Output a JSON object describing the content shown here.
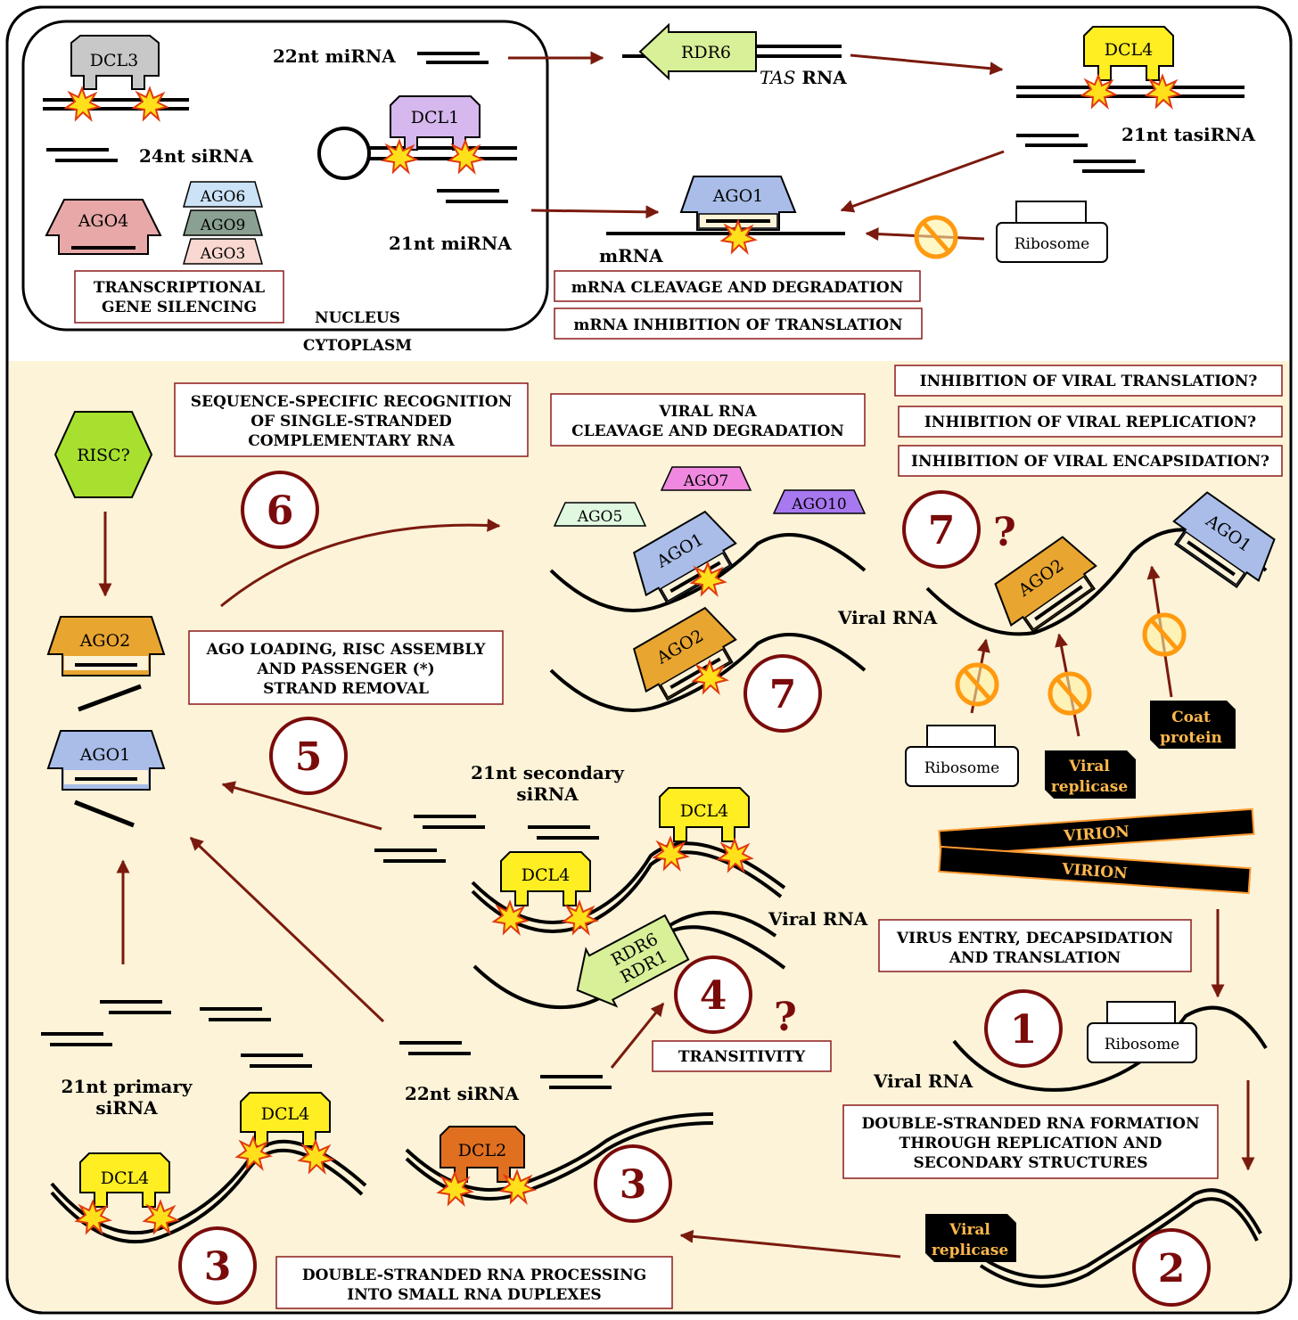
{
  "labels": {
    "nucleus": "NUCLEUS",
    "cytoplasm": "CYTOPLASM",
    "mirna22": "22nt miRNA",
    "mirna21": "21nt miRNA",
    "sirna24": "24nt siRNA",
    "tas_italic": "TAS",
    "tas_rest": " RNA",
    "tasirna21": "21nt tasiRNA",
    "mrna": "mRNA",
    "viral_rna": "Viral RNA",
    "secondary_line1": "21nt secondary",
    "secondary_line2": "siRNA",
    "primary_line1": "21nt primary",
    "primary_line2": "siRNA",
    "sirna22": "22nt siRNA"
  },
  "enzymes": {
    "dcl1": "DCL1",
    "dcl2": "DCL2",
    "dcl3": "DCL3",
    "dcl4": "DCL4",
    "ago1": "AGO1",
    "ago2": "AGO2",
    "ago3": "AGO3",
    "ago4": "AGO4",
    "ago5": "AGO5",
    "ago6": "AGO6",
    "ago7": "AGO7",
    "ago9": "AGO9",
    "ago10": "AGO10",
    "rdr6": "RDR6",
    "rdr1": "RDR1",
    "risc": "RISC?",
    "ribosome": "Ribosome",
    "viral_replicase_1": "Viral",
    "viral_replicase_2": "replicase",
    "coat_1": "Coat",
    "coat_2": "protein",
    "virion": "VIRION"
  },
  "boxes": {
    "tgs_1": "TRANSCRIPTIONAL",
    "tgs_2": "GENE SILENCING",
    "mrna_cleavage": "mRNA CLEAVAGE AND DEGRADATION",
    "mrna_inhibition": "mRNA INHIBITION OF TRANSLATION",
    "seq_1": "SEQUENCE-SPECIFIC RECOGNITION",
    "seq_2": "OF SINGLE-STRANDED",
    "seq_3": "COMPLEMENTARY RNA",
    "viral_cleave_1": "VIRAL RNA",
    "viral_cleave_2": "CLEAVAGE AND DEGRADATION",
    "inh_translation": "INHIBITION OF VIRAL TRANSLATION?",
    "inh_replication": "INHIBITION OF VIRAL REPLICATION?",
    "inh_encapsidation": "INHIBITION OF VIRAL ENCAPSIDATION?",
    "loading_1": "AGO LOADING, RISC ASSEMBLY",
    "loading_2": "AND PASSENGER (*)",
    "loading_3": "STRAND REMOVAL",
    "entry_1": "VIRUS ENTRY, DECAPSIDATION",
    "entry_2": "AND TRANSLATION",
    "transitivity": "TRANSITIVITY",
    "dsform_1": "DOUBLE-STRANDED RNA FORMATION",
    "dsform_2": "THROUGH REPLICATION AND",
    "dsform_3": "SECONDARY STRUCTURES",
    "processing_1": "DOUBLE-STRANDED RNA PROCESSING",
    "processing_2": "INTO SMALL RNA DUPLEXES"
  },
  "steps": {
    "s1": "1",
    "s2": "2",
    "s3": "3",
    "s4": "4",
    "s5": "5",
    "s6": "6",
    "s7": "7",
    "question": "?"
  },
  "colors": {
    "cytoplasm_bg": "#fcf3d8",
    "arrow": "#7a1a0e",
    "step_circle": "#7a0b0b",
    "dcl4": "#ffee22",
    "dcl2": "#e07020",
    "dcl1": "#d6b8ee",
    "dcl3": "#c8c8c8",
    "ago1": "#a9bde8",
    "ago2": "#e8a530",
    "ago4": "#e8a8a8",
    "ago5": "#e0f8e0",
    "ago6": "#cce2f6",
    "ago7": "#f088e0",
    "ago9": "#8aa090",
    "ago3": "#f8d8d0",
    "ago10": "#a878f0",
    "rdr": "#d8f098",
    "risc": "#a8e030",
    "viral_protein": "#000000",
    "viral_protein_text": "#ffb84d"
  }
}
